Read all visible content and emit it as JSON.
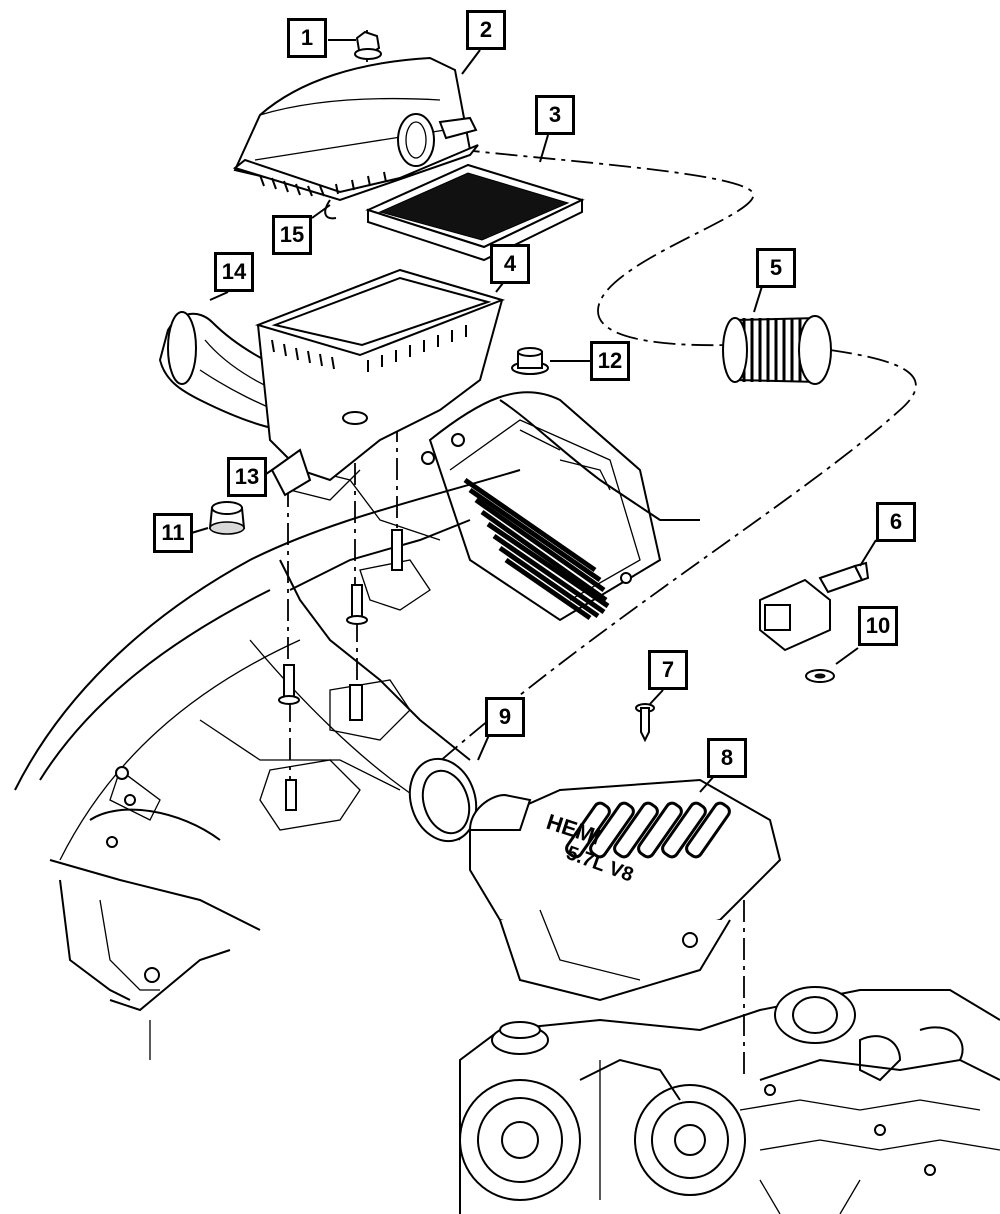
{
  "diagram": {
    "callouts": {
      "c1": "1",
      "c2": "2",
      "c3": "3",
      "c4": "4",
      "c5": "5",
      "c6": "6",
      "c7": "7",
      "c8": "8",
      "c9": "9",
      "c10": "10",
      "c11": "11",
      "c12": "12",
      "c13": "13",
      "c14": "14",
      "c15": "15"
    },
    "cover_text": {
      "line1": "HEMI",
      "line2": "5.7L V8"
    }
  }
}
